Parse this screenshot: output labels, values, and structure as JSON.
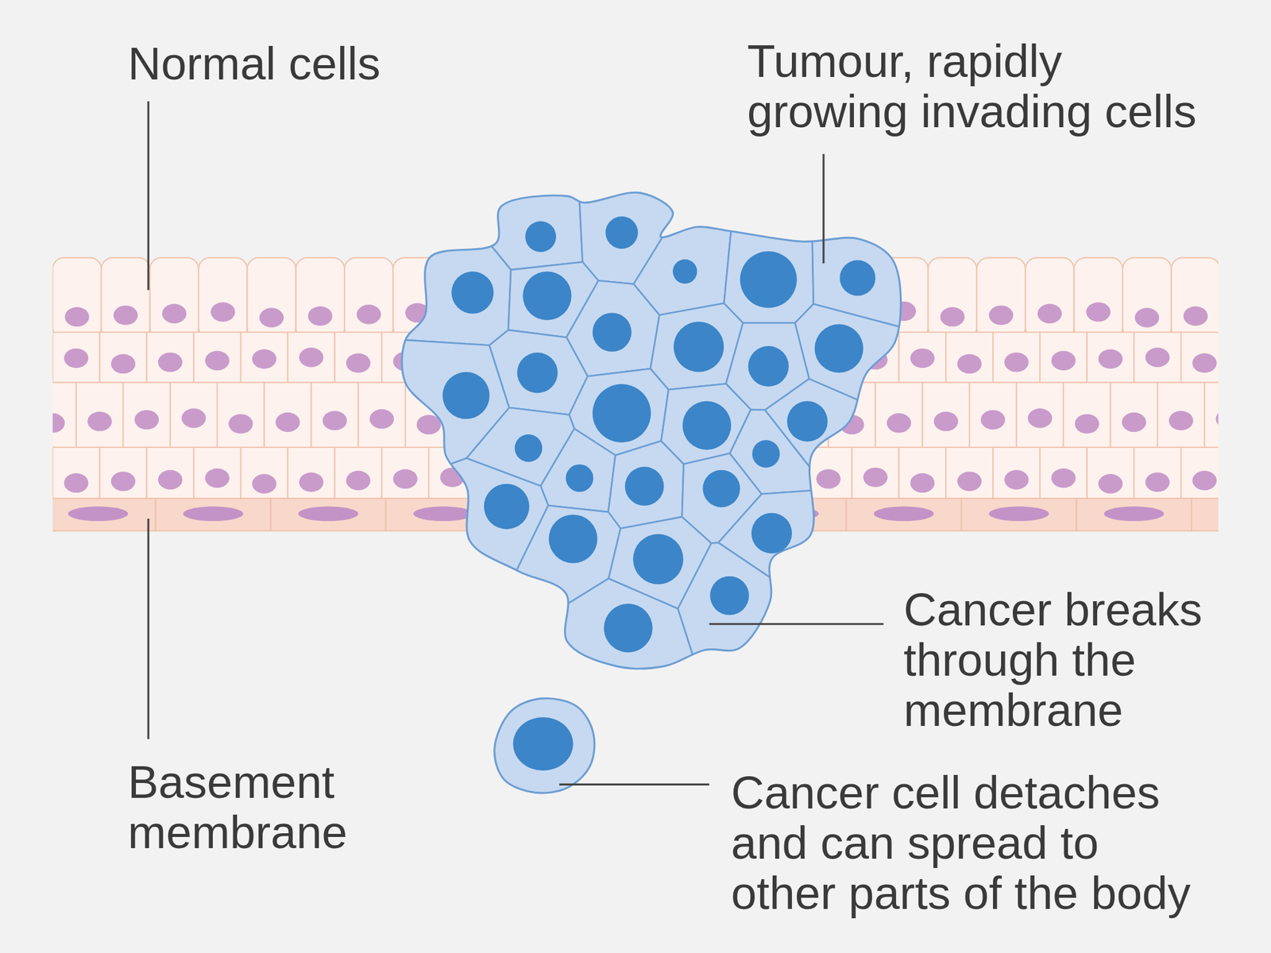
{
  "diagram": {
    "labels": [
      "Normal cells",
      "Tumour, rapidly growing invading cells",
      "Cancer breaks through the membrane",
      "Basement membrane",
      "Cancer cell detaches and can spread to other parts of the body"
    ]
  }
}
